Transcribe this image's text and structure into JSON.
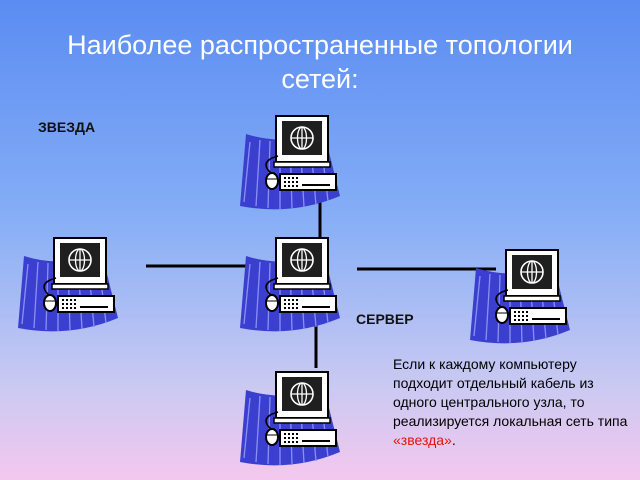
{
  "slide": {
    "title_line1": "Наиболее распространенные топологии",
    "title_line2": "сетей:"
  },
  "labels": {
    "topology": "ЗВЕЗДА",
    "server": "СЕРВЕР"
  },
  "caption": {
    "text": "Если к каждому компьютеру подходит отдельный кабель из одного центрального узла, то реализируется локальная сеть типа ",
    "highlight": "«звезда»",
    "end": "."
  },
  "diagram": {
    "topology": "star",
    "center_node": "server",
    "peripheral_nodes": [
      "top",
      "left",
      "right",
      "bottom"
    ],
    "colors": {
      "accent_text": "#e41010",
      "link": "#000000",
      "node_shadow": "#3a3fd0",
      "screen": "#1f1f1f"
    }
  }
}
